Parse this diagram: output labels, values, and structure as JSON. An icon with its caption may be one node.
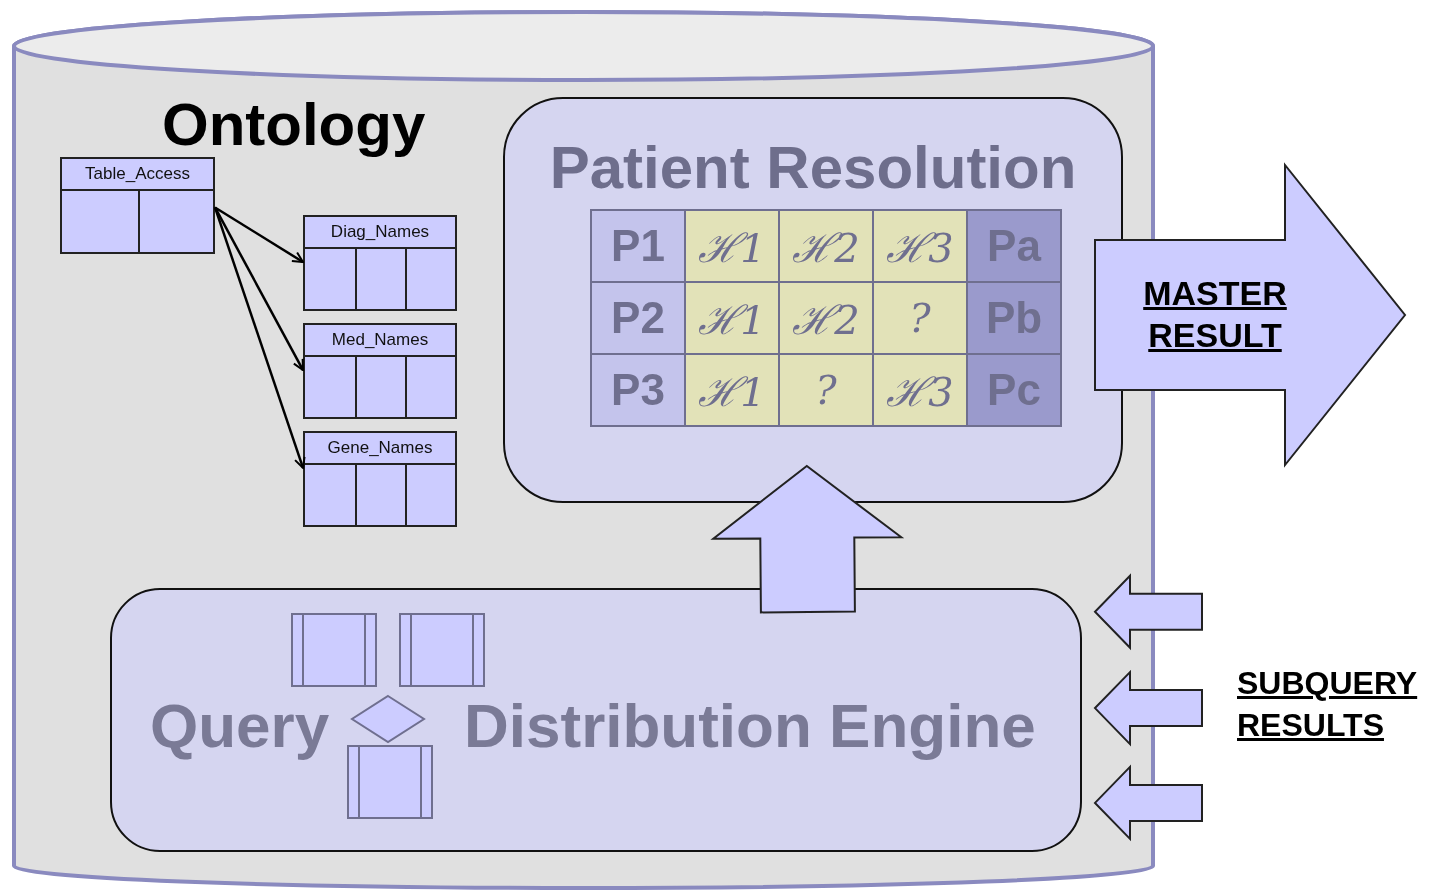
{
  "diagram": {
    "nodes": [
      {
        "text": [],
        "shape": "cylinder"
      },
      {
        "text": [
          "Table_Access"
        ],
        "in": 0
      },
      {
        "text": [
          "Diag_Names"
        ],
        "in": 0
      },
      {
        "text": [
          "Med_Names"
        ],
        "in": 0
      },
      {
        "text": [
          "Gene_Names"
        ],
        "in": 0
      },
      {
        "text": [
          "Patient Resolution"
        ],
        "in": 0
      },
      {
        "text": [
          "Query",
          "Distribution Engine"
        ],
        "in": 0
      }
    ],
    "edges": [
      {
        "from": 1,
        "to": 2,
        "arrow": "to",
        "color": "#000000"
      },
      {
        "from": 1,
        "to": 3,
        "arrow": "to",
        "color": "#000000"
      },
      {
        "from": 1,
        "to": 4,
        "arrow": "to",
        "color": "#000000"
      },
      {
        "from": 6,
        "to": 5,
        "arrow": "to",
        "style": "thick"
      },
      {
        "from": 5,
        "to": null,
        "arrow": "to",
        "style": "thick",
        "label": "MASTER RESULT"
      },
      {
        "from": null,
        "to": 6,
        "arrow": "to",
        "style": "thick"
      },
      {
        "from": null,
        "to": 6,
        "arrow": "to",
        "style": "thick"
      },
      {
        "from": null,
        "to": 6,
        "arrow": "to",
        "style": "thick"
      }
    ],
    "labels": [
      "Ontology",
      "P1",
      "ℋ1",
      "ℋ2",
      "ℋ3",
      "Pa",
      "P2",
      "ℋ1",
      "ℋ2",
      "?",
      "Pb",
      "P3",
      "ℋ1",
      "?",
      "ℋ3",
      "Pc",
      "SUBQUERY RESULTS"
    ]
  }
}
